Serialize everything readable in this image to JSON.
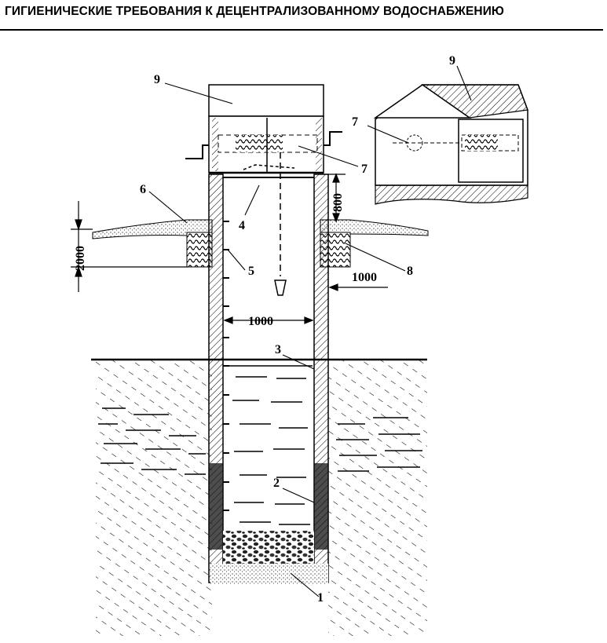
{
  "title": "ГИГИЕНИЧЕСКИЕ ТРЕБОВАНИЯ К ДЕЦЕНТРАЛИЗОВАННОМУ ВОДОСНАБЖЕНИЮ",
  "labels": {
    "l1": "1",
    "l2": "2",
    "l3": "3",
    "l4": "4",
    "l5": "5",
    "l6": "6",
    "l7a": "7",
    "l7b": "7",
    "l8": "8",
    "l9a": "9",
    "l9b": "9"
  },
  "dimensions": {
    "d2000": "2000",
    "d800": "800",
    "d1000_left": "1000",
    "d1000_right": "1000"
  }
}
